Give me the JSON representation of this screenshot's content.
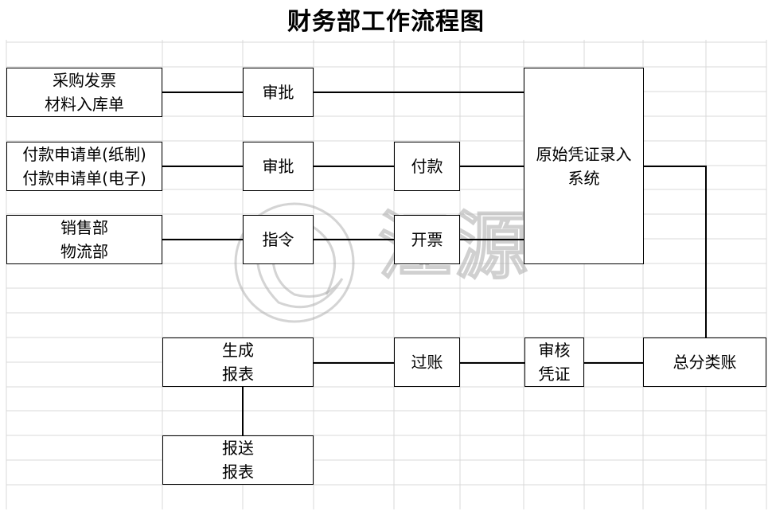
{
  "title": "财务部工作流程图",
  "boxes": {
    "purchase_invoice": [
      "采购发票",
      "材料入库单"
    ],
    "payment_request": [
      "付款申请单(纸制)",
      "付款申请单(电子)"
    ],
    "sales_logistics": [
      "销售部",
      "物流部"
    ],
    "approve_1": "审批",
    "approve_2": "审批",
    "instruction": "指令",
    "payment": "付款",
    "invoicing": "开票",
    "voucher_entry": [
      "原始凭证录入",
      "系统"
    ],
    "general_ledger": "总分类账",
    "review_voucher": [
      "审核",
      "凭证"
    ],
    "posting": "过账",
    "generate_report": [
      "生成",
      "报表"
    ],
    "submit_report": [
      "报送",
      "报表"
    ]
  },
  "watermark": {
    "text": "江源",
    "icon": "jiangyuan-logo-icon"
  },
  "colors": {
    "line": "#000000",
    "grid": "#d9d9d9",
    "watermark": "#aaaaaa"
  }
}
